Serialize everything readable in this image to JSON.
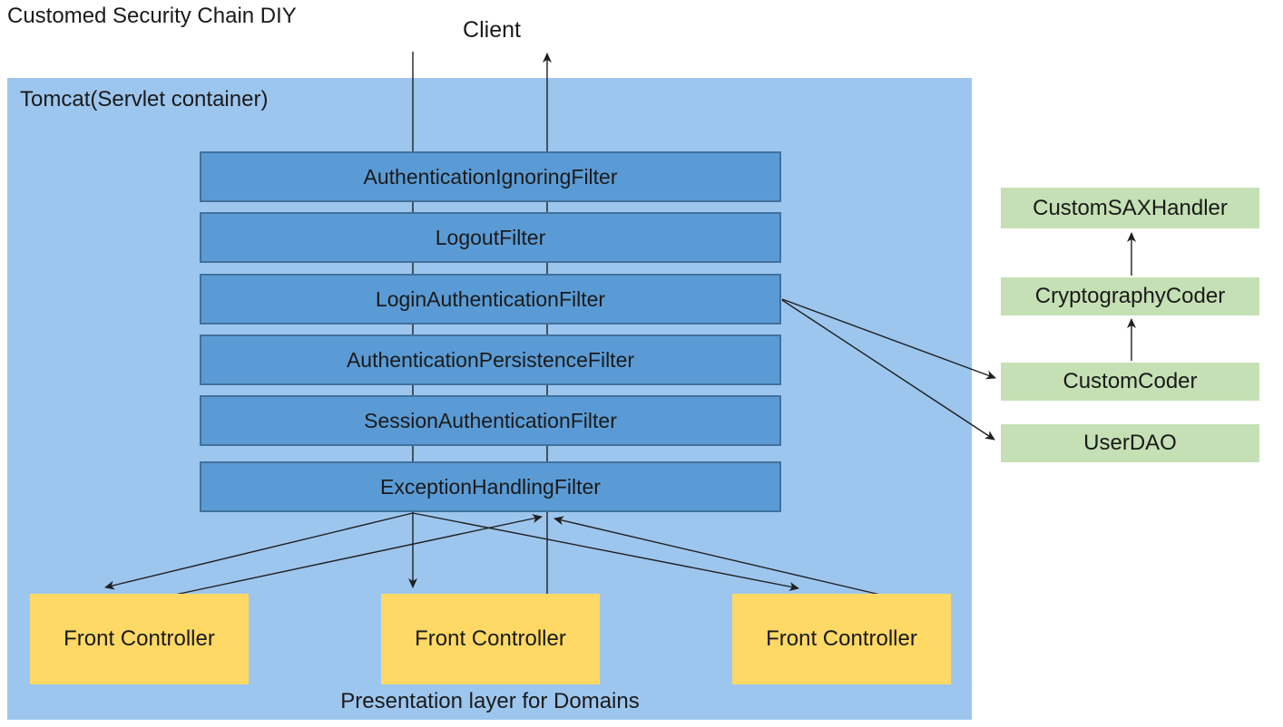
{
  "title": "Customed Security Chain DIY",
  "client_label": "Client",
  "tomcat": {
    "label": "Tomcat(Servlet container)",
    "filters": [
      "AuthenticationIgnoringFilter",
      "LogoutFilter",
      "LoginAuthenticationFilter",
      "AuthenticationPersistenceFilter",
      "SessionAuthenticationFilter",
      "ExceptionHandlingFilter"
    ],
    "front_controllers": [
      "Front Controller",
      "Front Controller",
      "Front Controller"
    ],
    "presentation_label": "Presentation layer for Domains"
  },
  "support_classes": [
    "CustomSAXHandler",
    "CryptographyCoder",
    "CustomCoder",
    "UserDAO"
  ],
  "connections": [
    "Client -> filter chain -> Front Controller (request, down arrow)",
    "Front Controller -> filter chain -> Client (response, up arrow)",
    "ExceptionHandlingFilter <-> each Front Controller",
    "LoginAuthenticationFilter -> CustomCoder",
    "LoginAuthenticationFilter -> UserDAO",
    "CustomCoder -> CryptographyCoder",
    "CryptographyCoder -> CustomSAXHandler"
  ],
  "colors": {
    "container_fill": "#9dc6ee",
    "filter_fill": "#5b9bd5",
    "filter_border": "#41719c",
    "controller_fill": "#ffd966",
    "support_fill": "#c5e0b4",
    "connector": "#1f1f1f",
    "text": "#1a1a1a"
  }
}
